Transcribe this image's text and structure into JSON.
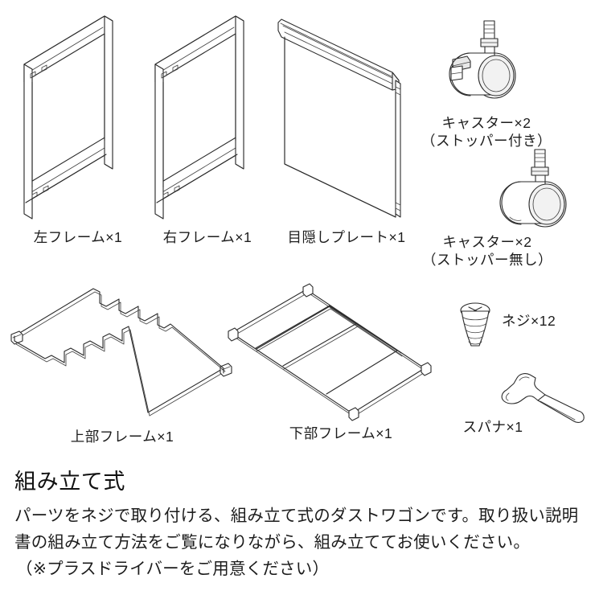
{
  "document": {
    "type": "assembly-parts-list",
    "background_color": "#ffffff",
    "line_color": "#2b2b2b",
    "text_color": "#1a1a1a"
  },
  "parts": [
    {
      "id": "left-frame",
      "icon": "side-frame-panel-icon",
      "label": "左フレーム×1",
      "label_lines": [
        "左フレーム×1"
      ],
      "name": "左フレーム",
      "quantity": 1
    },
    {
      "id": "right-frame",
      "icon": "side-frame-panel-icon",
      "label": "右フレーム×1",
      "label_lines": [
        "右フレーム×1"
      ],
      "name": "右フレーム",
      "quantity": 1
    },
    {
      "id": "cover-plate",
      "icon": "cover-plate-icon",
      "label": "目隠しプレート×1",
      "label_lines": [
        "目隠しプレート×1"
      ],
      "name": "目隠しプレート",
      "quantity": 1
    },
    {
      "id": "caster-with-stopper",
      "icon": "caster-with-stopper-icon",
      "label": "キャスター×2\n（ストッパー付き）",
      "label_lines": [
        "キャスター×2",
        "（ストッパー付き）"
      ],
      "name": "キャスター（ストッパー付き）",
      "quantity": 2
    },
    {
      "id": "caster-without-stopper",
      "icon": "caster-without-stopper-icon",
      "label": "キャスター×2\n（ストッパー無し）",
      "label_lines": [
        "キャスター×2",
        "（ストッパー無し）"
      ],
      "name": "キャスター（ストッパー無し）",
      "quantity": 2
    },
    {
      "id": "upper-frame",
      "icon": "upper-wire-frame-icon",
      "label": "上部フレーム×1",
      "label_lines": [
        "上部フレーム×1"
      ],
      "name": "上部フレーム",
      "quantity": 1
    },
    {
      "id": "lower-frame",
      "icon": "lower-rail-frame-icon",
      "label": "下部フレーム×1",
      "label_lines": [
        "下部フレーム×1"
      ],
      "name": "下部フレーム",
      "quantity": 1
    },
    {
      "id": "screw",
      "icon": "phillips-flat-head-screw-icon",
      "label": "ネジ×12",
      "label_lines": [
        "ネジ×12"
      ],
      "name": "ネジ",
      "quantity": 12
    },
    {
      "id": "spanner",
      "icon": "open-end-wrench-icon",
      "label": "スパナ×1",
      "label_lines": [
        "スパナ×1"
      ],
      "name": "スパナ",
      "quantity": 1
    }
  ],
  "description": {
    "heading": "組み立て式",
    "lines": [
      "パーツをネジで取り付ける、組み立て式のダストワゴンです。取り扱い説明",
      "書の組み立て方法をご覧になりながら、組み立ててお使いください。"
    ],
    "note": "（※プラスドライバーをご用意ください）"
  }
}
